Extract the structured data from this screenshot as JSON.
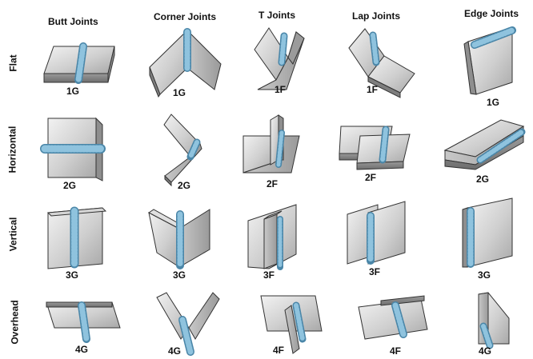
{
  "columns": [
    "Butt Joints",
    "Corner Joints",
    "T Joints",
    "Lap Joints",
    "Edge Joints"
  ],
  "rows": [
    "Flat",
    "Horizontal",
    "Vertical",
    "Overhead"
  ],
  "positions": {
    "flat": [
      "1G",
      "1G",
      "1F",
      "1F",
      "1G"
    ],
    "horizontal": [
      "2G",
      "2G",
      "2F",
      "2F",
      "2G"
    ],
    "vertical": [
      "3G",
      "3G",
      "3F",
      "3F",
      "3G"
    ],
    "overhead": [
      "4G",
      "4G",
      "4F",
      "4F",
      "4G"
    ]
  },
  "colors": {
    "plate_light": "#d9d9d9",
    "plate_mid": "#b8b8b8",
    "plate_dark": "#8e8e8e",
    "outline": "#333333",
    "weld": "#8fc3de",
    "weld_edge": "#4a86a8"
  }
}
